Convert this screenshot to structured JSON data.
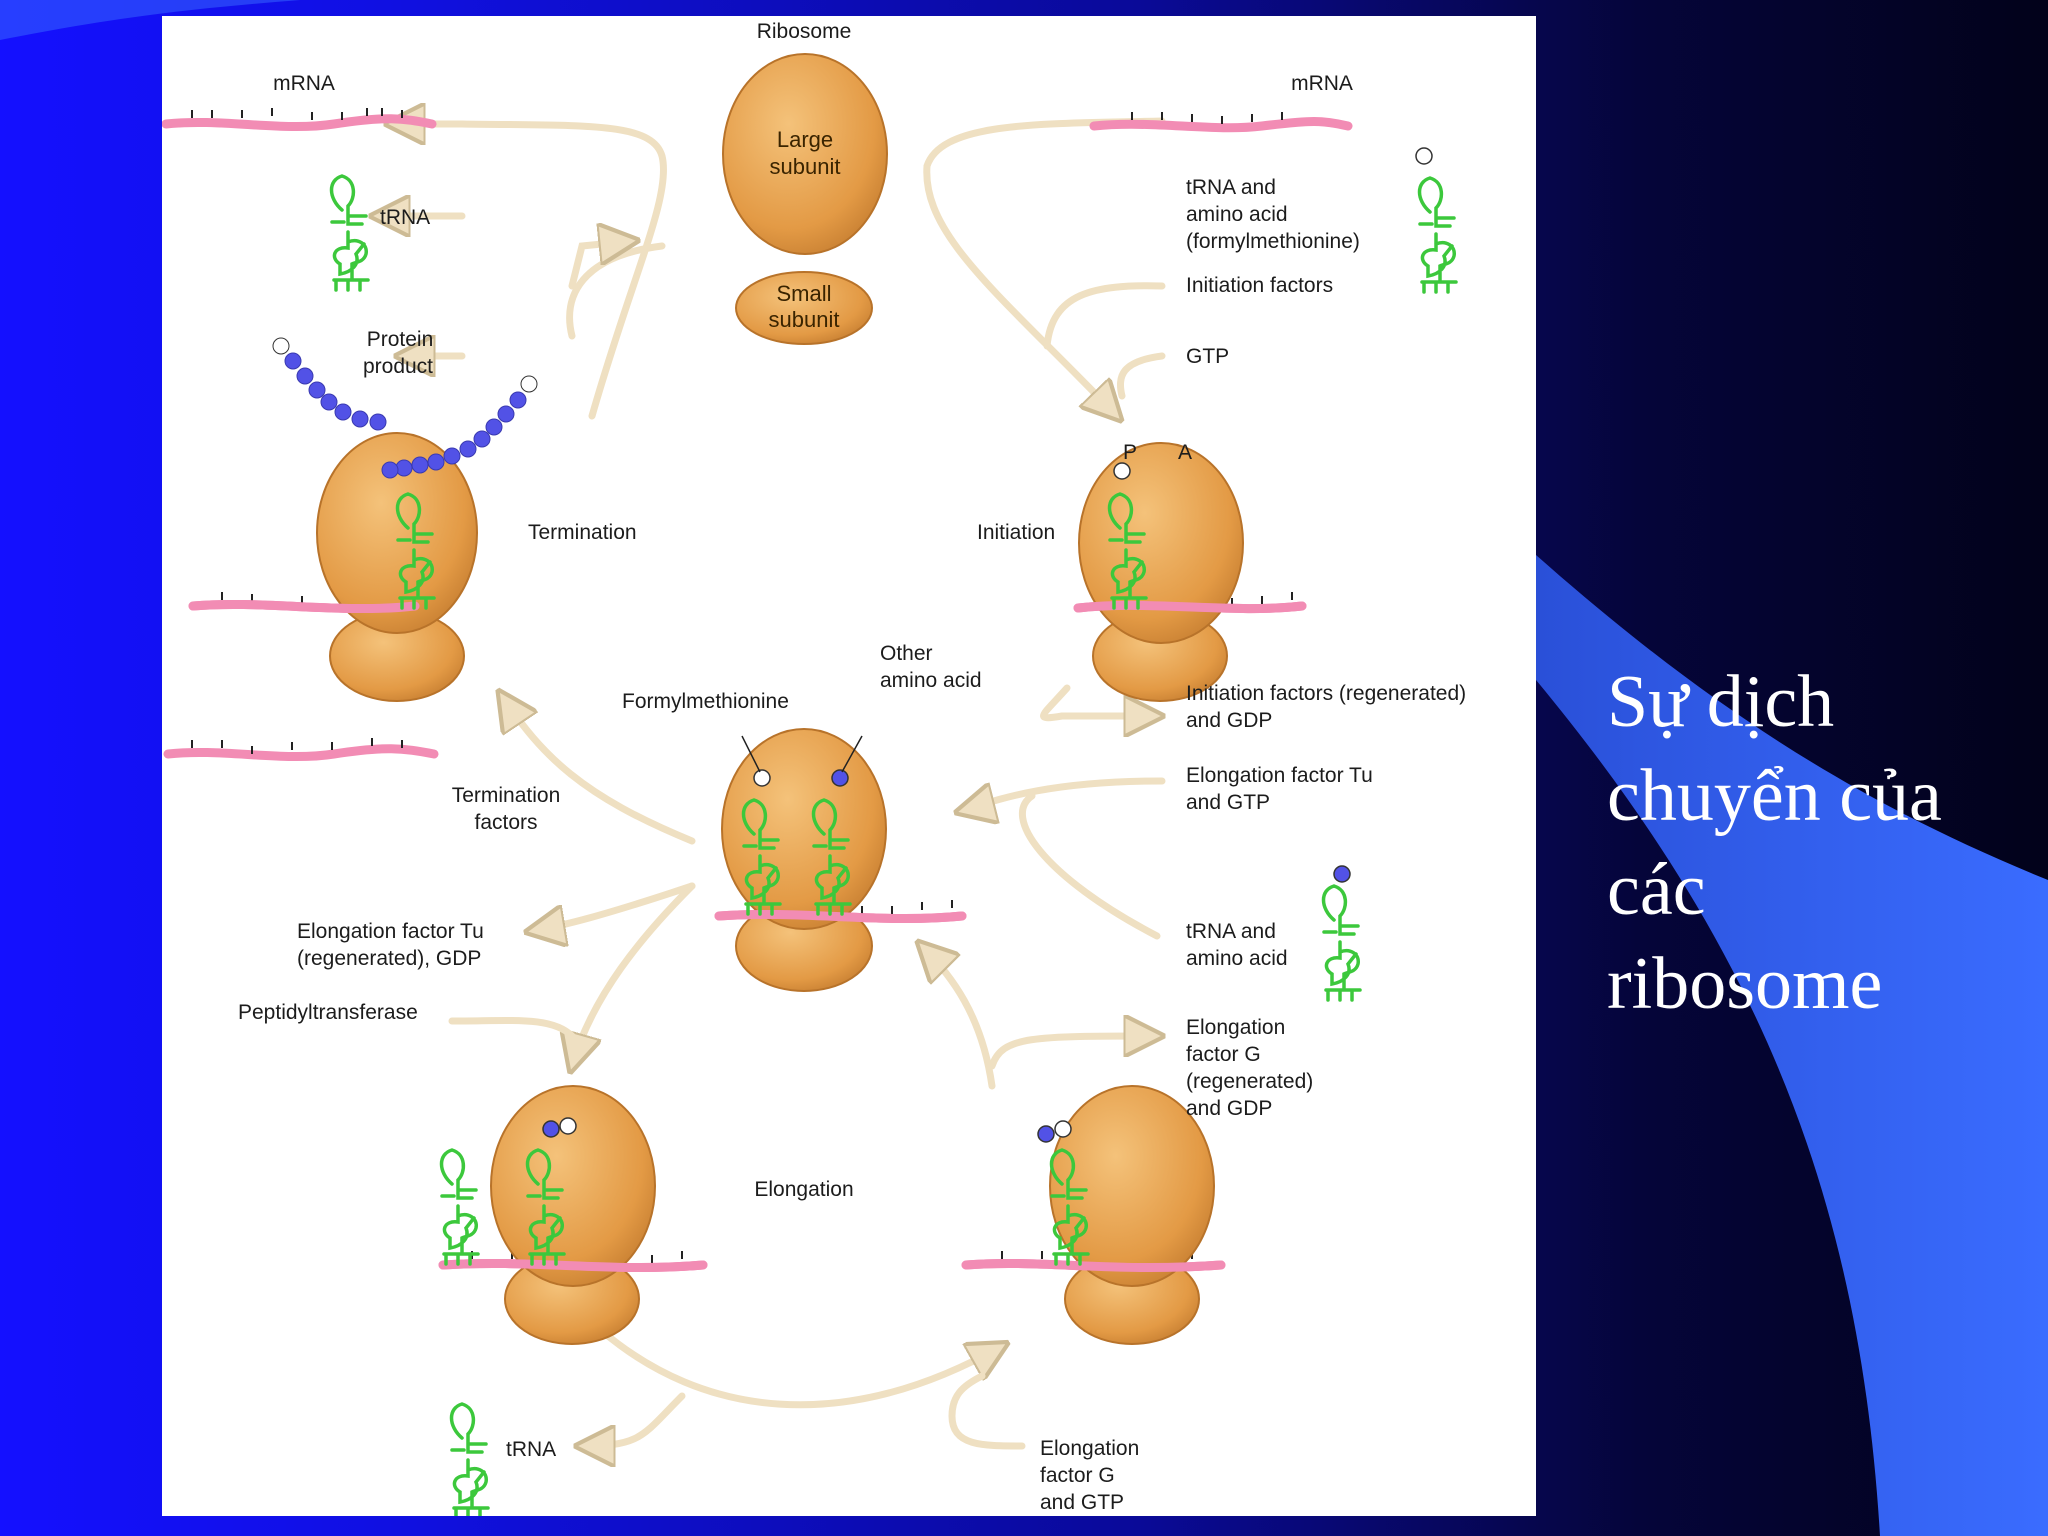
{
  "slide": {
    "title_lines": [
      "Sự dịch",
      "chuyển của",
      "các",
      "ribosome"
    ]
  },
  "diagram": {
    "ribosome": "Ribosome",
    "large_subunit": [
      "Large",
      "subunit"
    ],
    "small_subunit": [
      "Small",
      "subunit"
    ],
    "mrna_left": "mRNA",
    "mrna_right": "mRNA",
    "trna_top": "tRNA",
    "protein_product": [
      "Protein",
      "product"
    ],
    "trna_amino_fmet": [
      "tRNA and",
      "amino acid",
      "(formylmethionine)"
    ],
    "initiation_factors": "Initiation factors",
    "gtp": "GTP",
    "site_p": "P",
    "site_a": "A",
    "termination": "Termination",
    "initiation": "Initiation",
    "formylmethionine": "Formylmethionine",
    "other_amino_acid": [
      "Other",
      "amino acid"
    ],
    "init_factors_regen": [
      "Initiation factors (regenerated)",
      "and GDP"
    ],
    "ef_tu_gtp": [
      "Elongation factor Tu",
      "and GTP"
    ],
    "termination_factors": [
      "Termination",
      "factors"
    ],
    "trna_amino": [
      "tRNA and",
      "amino acid"
    ],
    "ef_tu_regen": [
      "Elongation factor Tu",
      "(regenerated), GDP"
    ],
    "peptidyltransferase": "Peptidyltransferase",
    "ef_g_regen": [
      "Elongation",
      "factor G",
      "(regenerated)",
      "and GDP"
    ],
    "elongation": "Elongation",
    "trna_bottom": "tRNA",
    "ef_g_gtp": [
      "Elongation",
      "factor G",
      "and GTP"
    ]
  },
  "colors": {
    "ribosome_fill": "#e3a04a",
    "ribosome_edge": "#b8732a",
    "mrna": "#f28cb4",
    "trna": "#3cc83c",
    "amino_blue": "#5252e6",
    "arrow": "#efe0c2"
  }
}
